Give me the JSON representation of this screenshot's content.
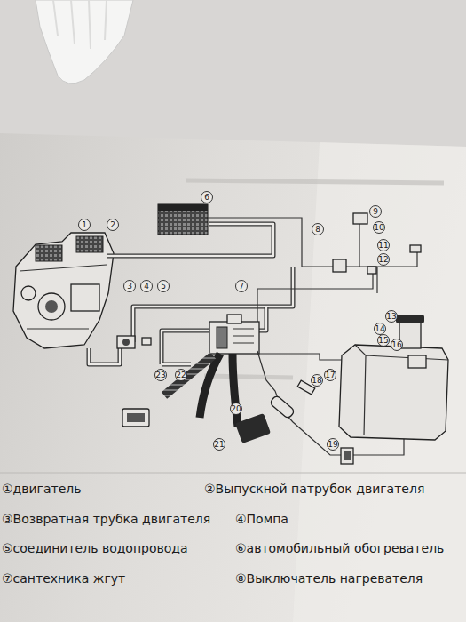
{
  "diagram": {
    "labels": [
      "1",
      "2",
      "3",
      "4",
      "5",
      "6",
      "7",
      "8",
      "9",
      "10",
      "11",
      "12",
      "13",
      "14",
      "15",
      "16",
      "17",
      "18",
      "19",
      "20",
      "21",
      "22",
      "23",
      "①двигатель",
      "②Выпускной патрубок двигателя",
      "③Возвратная трубка двигателя",
      "④Помпа",
      "⑤соединитель водопровода",
      "⑥автомобильный обогреватель",
      "⑦сантехника жгут",
      "⑧Выключатель нагревателя"
    ]
  }
}
